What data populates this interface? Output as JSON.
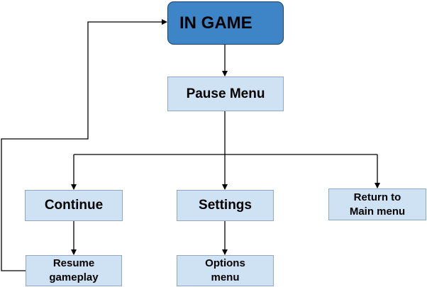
{
  "nodes": {
    "in_game": "IN GAME",
    "pause_menu": "Pause Menu",
    "continue": "Continue",
    "settings": "Settings",
    "return_to_main": "Return to\nMain menu",
    "resume_gameplay": "Resume\ngameplay",
    "options_menu": "Options\nmenu"
  },
  "colors": {
    "accent_node_fill": "#3d85c6",
    "accent_node_border": "#1f3f66",
    "node_fill": "#cfe2f3",
    "node_border": "#8ea9c1",
    "connector": "#000000"
  }
}
